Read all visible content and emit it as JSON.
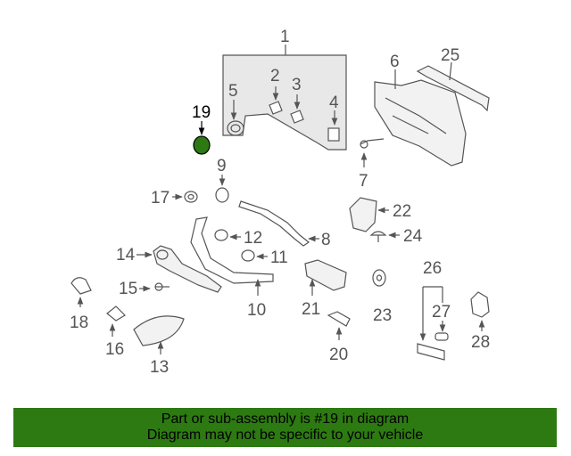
{
  "diagram": {
    "highlight_color": "#2d7a12",
    "callouts": {
      "c1": "1",
      "c2": "2",
      "c3": "3",
      "c4": "4",
      "c5": "5",
      "c6": "6",
      "c7": "7",
      "c8": "8",
      "c9": "9",
      "c10": "10",
      "c11": "11",
      "c12": "12",
      "c13": "13",
      "c14": "14",
      "c15": "15",
      "c16": "16",
      "c17": "17",
      "c18": "18",
      "c19": "19",
      "c20": "20",
      "c21": "21",
      "c22": "22",
      "c23": "23",
      "c24": "24",
      "c25": "25",
      "c26": "26",
      "c27": "27",
      "c28": "28"
    }
  },
  "footer": {
    "line1": "Part or sub-assembly is #19 in diagram",
    "line2": "Diagram may not be specific to your vehicle",
    "background": "#2d7a12"
  }
}
